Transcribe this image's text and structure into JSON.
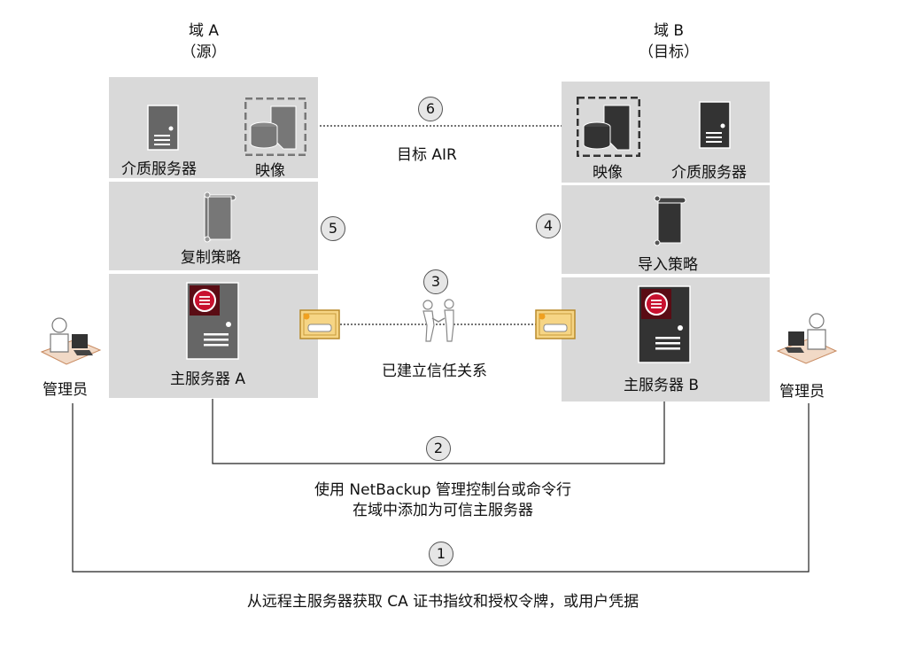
{
  "domain_a": {
    "title": "域 A",
    "subtitle": "（源）"
  },
  "domain_b": {
    "title": "域 B",
    "subtitle": "（目标）"
  },
  "labels": {
    "media_server_a": "介质服务器",
    "image_a": "映像",
    "image_b": "映像",
    "media_server_b": "介质服务器",
    "target_air": "目标 AIR",
    "dup_policy": "复制策略",
    "import_policy": "导入策略",
    "master_a": "主服务器 A",
    "master_b": "主服务器 B",
    "trust": "已建立信任关系",
    "admin_left": "管理员",
    "admin_right": "管理员",
    "step2_line1": "使用 NetBackup 管理控制台或命令行",
    "step2_line2": "在域中添加为可信主服务器",
    "step1_text": "从远程主服务器获取 CA 证书指纹和授权令牌，或用户凭据"
  },
  "steps": [
    "1",
    "2",
    "3",
    "4",
    "5",
    "6"
  ],
  "colors": {
    "panel": "#d9d9d9",
    "server_dark": "#333333",
    "server_mid": "#666666",
    "accent_red": "#c8102e",
    "cert_yellow": "#f6d585"
  }
}
